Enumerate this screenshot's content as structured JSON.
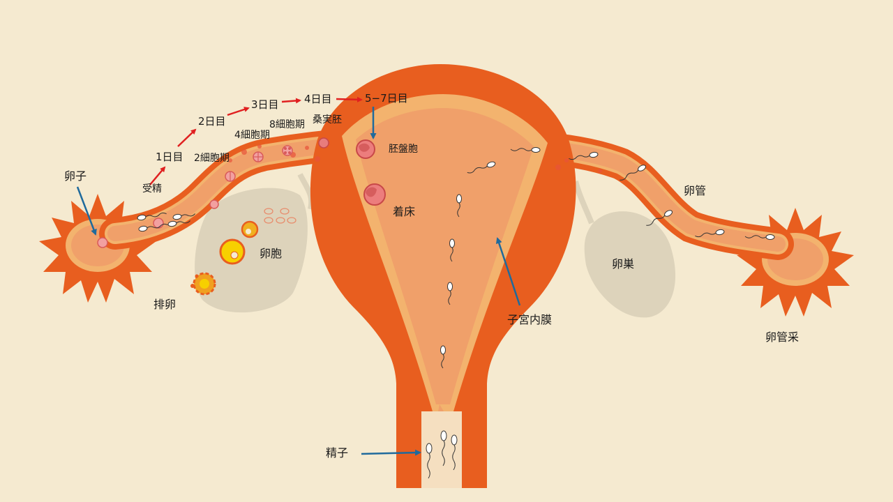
{
  "labels": {
    "egg": "卵子",
    "fertilization": "受精",
    "day1": "1日目",
    "day2": "2日目",
    "day3": "3日目",
    "day4": "4日目",
    "day5_7": "5−7日目",
    "cell2": "2細胞期",
    "cell4": "4細胞期",
    "cell8": "8細胞期",
    "morula": "桑実胚",
    "blastocyst": "胚盤胞",
    "implantation": "着床",
    "follicle": "卵胞",
    "ovulation": "排卵",
    "fallopian_tube": "卵管",
    "ovary": "卵巣",
    "endometrium": "子宮内膜",
    "fimbria": "卵管采",
    "sperm": "精子"
  },
  "colors": {
    "background": "#f5ead0",
    "uterus_wall": "#e85e1f",
    "endometrium": "#f3b36e",
    "cavity": "#f0a06a",
    "ovary": "#ddd3bb",
    "red_arrow": "#e02020",
    "blue_arrow": "#1f6a9c"
  }
}
